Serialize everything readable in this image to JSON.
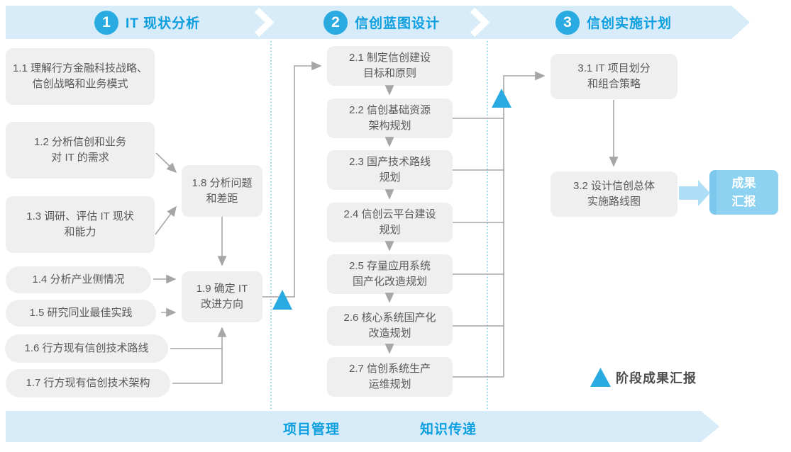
{
  "header": {
    "phases": [
      {
        "number": "1",
        "title": "IT 现状分析"
      },
      {
        "number": "2",
        "title": "信创蓝图设计"
      },
      {
        "number": "3",
        "title": "信创实施计划"
      }
    ]
  },
  "phase1": {
    "b11": "1.1 理解行方金融科技战略、\n信创战略和业务模式",
    "b12": "1.2 分析信创和业务\n对 IT 的需求",
    "b13": "1.3 调研、评估 IT 现状\n和能力",
    "b14": "1.4 分析产业侧情况",
    "b15": "1.5 研究同业最佳实践",
    "b16": "1.6 行方现有信创技术路线",
    "b17": "1.7 行方现有信创技术架构",
    "b18": "1.8 分析问题\n和差距",
    "b19": "1.9 确定 IT\n改进方向"
  },
  "phase2": {
    "b21": "2.1 制定信创建设\n目标和原则",
    "b22": "2.2 信创基础资源\n架构规划",
    "b23": "2.3 国产技术路线\n规划",
    "b24": "2.4 信创云平台建设\n规划",
    "b25": "2.5 存量应用系统\n国产化改造规划",
    "b26": "2.6 核心系统国产化\n改造规划",
    "b27": "2.7 信创系统生产\n运维规划"
  },
  "phase3": {
    "b31": "3.1 IT 项目划分\n和组合策略",
    "b32": "3.2 设计信创总体\n实施路线图",
    "result": "成果\n汇报"
  },
  "legend": {
    "label": "阶段成果汇报"
  },
  "footer": {
    "items": [
      "项目管理",
      "知识传递"
    ]
  },
  "colors": {
    "banner": "#D7EBF8",
    "accent": "#29ABE2",
    "title-blue": "#0C9FE0",
    "box-bg": "#EFEFEF",
    "box-text": "#5A5858",
    "line": "#A6A6A6",
    "result-bg": "#8DD2F1",
    "result-edge": "#7BC8EC",
    "thick-arrow": "#AEDFF6"
  }
}
